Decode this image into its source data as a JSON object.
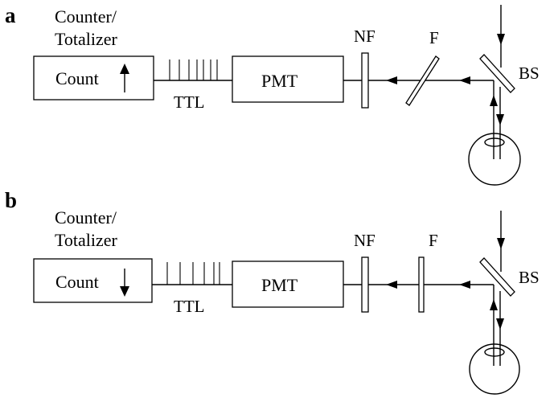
{
  "panels": [
    {
      "letter": "a",
      "counter_label_line1": "Counter/",
      "counter_label_line2": "Totalizer",
      "count_label": "Count",
      "count_arrow": "up",
      "ttl_label": "TTL",
      "pmt_label": "PMT",
      "nf_label": "NF",
      "f_label": "F",
      "bs_label": "BS",
      "filter_orientation": "tilted"
    },
    {
      "letter": "b",
      "counter_label_line1": "Counter/",
      "counter_label_line2": "Totalizer",
      "count_label": "Count",
      "count_arrow": "down",
      "ttl_label": "TTL",
      "pmt_label": "PMT",
      "nf_label": "NF",
      "f_label": "F",
      "bs_label": "BS",
      "filter_orientation": "normal"
    }
  ]
}
